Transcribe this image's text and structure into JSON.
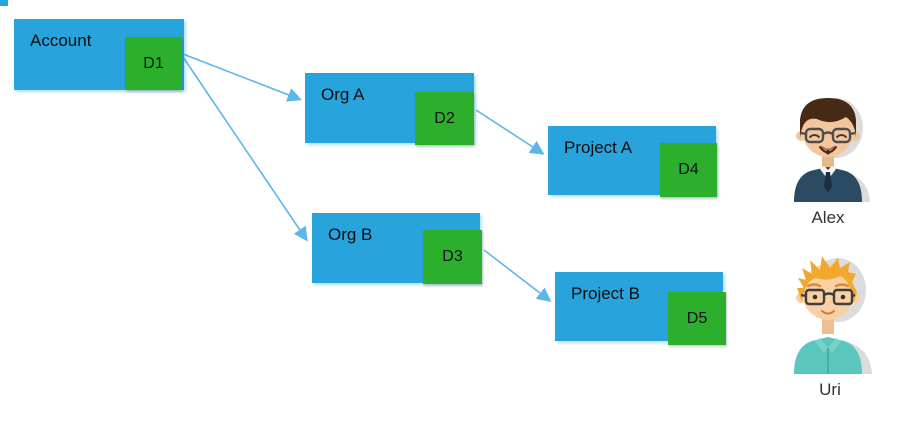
{
  "nodes": [
    {
      "id": "account",
      "label": "Account",
      "badge": "D1"
    },
    {
      "id": "org-a",
      "label": "Org A",
      "badge": "D2"
    },
    {
      "id": "project-a",
      "label": "Project A",
      "badge": "D4"
    },
    {
      "id": "org-b",
      "label": "Org B",
      "badge": "D3"
    },
    {
      "id": "project-b",
      "label": "Project B",
      "badge": "D5"
    }
  ],
  "edges": [
    {
      "from": "Account",
      "to": "Org A"
    },
    {
      "from": "Account",
      "to": "Org B"
    },
    {
      "from": "Org A",
      "to": "Project A"
    },
    {
      "from": "Org B",
      "to": "Project B"
    }
  ],
  "users": [
    {
      "name": "Alex",
      "avatar": "man-dark-hair-glasses-navy-sweater"
    },
    {
      "name": "Uri",
      "avatar": "man-blond-hair-glasses-teal-shirt"
    }
  ],
  "colors": {
    "node_fill": "#29A3DB",
    "badge_fill": "#2CAF2C",
    "arrow": "#5BB7E8",
    "text": "#101010"
  }
}
